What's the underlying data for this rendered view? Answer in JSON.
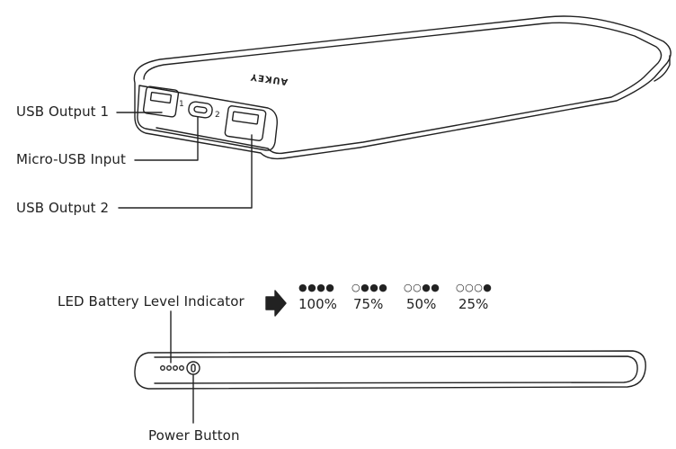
{
  "labels": {
    "usb_output_1": "USB Output 1",
    "micro_usb_input": "Micro-USB Input",
    "usb_output_2": "USB Output 2",
    "led_indicator": "LED Battery Level Indicator",
    "power_button": "Power Button"
  },
  "device": {
    "brand": "AUKEY",
    "port_1_mark": "1",
    "port_2_mark": "2"
  },
  "battery_levels": [
    {
      "dots": "●●●●",
      "percent": "100%"
    },
    {
      "dots": "○●●●",
      "percent": "75%"
    },
    {
      "dots": "○○●●",
      "percent": "50%"
    },
    {
      "dots": "○○○●",
      "percent": "25%"
    }
  ],
  "colors": {
    "line": "#222222",
    "background": "#ffffff"
  }
}
